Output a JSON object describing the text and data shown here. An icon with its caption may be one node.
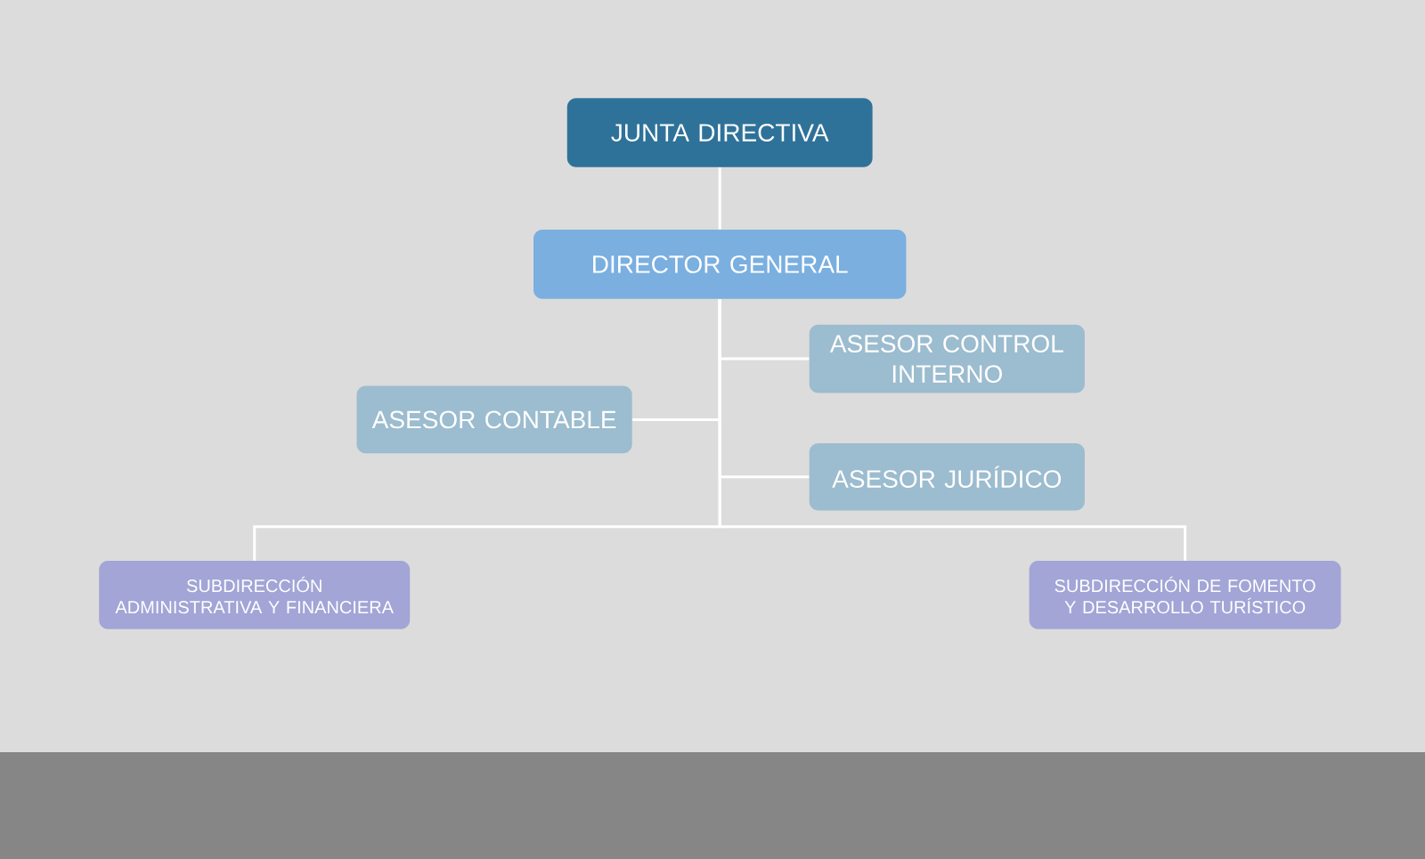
{
  "diagram": {
    "nodes": [
      {
        "text": [
          "JUNTA DIRECTIVA"
        ]
      },
      {
        "text": [
          "DIRECTOR GENERAL"
        ]
      },
      {
        "text": [
          "ASESOR CONTROL INTERNO"
        ]
      },
      {
        "text": [
          "ASESOR CONTABLE"
        ]
      },
      {
        "text": [
          "ASESOR JURÍDICO"
        ]
      },
      {
        "text": [
          "SUBDIRECCIÓN ADMINISTRATIVA Y FINANCIERA"
        ]
      },
      {
        "text": [
          "SUBDIRECCIÓN DE FOMENTO Y DESARROLLO TURÍSTICO"
        ]
      }
    ],
    "edges": [
      {
        "from": 0,
        "to": 1,
        "arrow": "none"
      },
      {
        "from": 1,
        "to": 2,
        "arrow": "none"
      },
      {
        "from": 1,
        "to": 3,
        "arrow": "none"
      },
      {
        "from": 1,
        "to": 4,
        "arrow": "none"
      },
      {
        "from": 1,
        "to": 5,
        "arrow": "none"
      },
      {
        "from": 1,
        "to": 6,
        "arrow": "none"
      }
    ]
  }
}
